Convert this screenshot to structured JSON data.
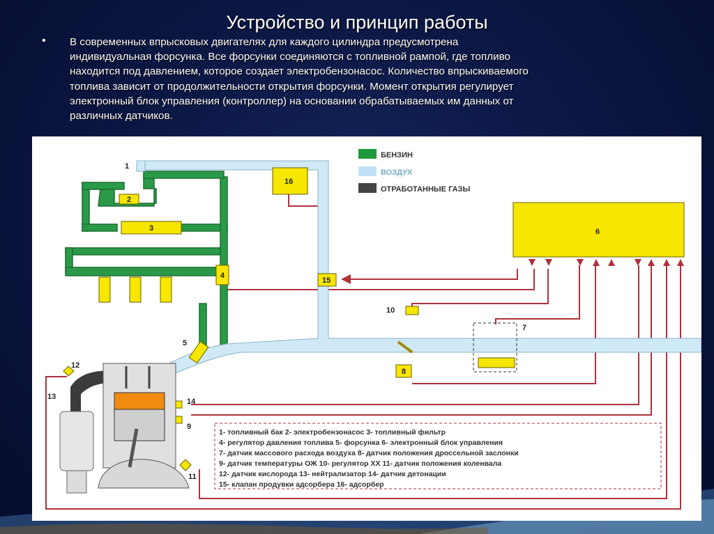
{
  "title": "Устройство и принцип работы",
  "bullet": "•",
  "paragraph_lines": [
    "В современных впрысковых двигателях для каждого цилиндра предусмотрена",
    "индивидуальная форсунка. Все форсунки соединяются с топливной рампой, где топливо",
    "находится под давлением, которое создает электробензонасос. Количество впрыскиваемого",
    "топлива зависит от продолжительности открытия форсунки. Момент открытия регулирует",
    "электронный блок управления (контроллер) на основании обрабатываемых им данных от",
    "различных датчиков."
  ],
  "legend": {
    "items": [
      {
        "label": "БЕНЗИН",
        "color": "#1e9a3a"
      },
      {
        "label": "ВОЗДУХ",
        "color": "#bfe3f5"
      },
      {
        "label": "ОТРАБОТАННЫЕ ГАЗЫ",
        "color": "#444444"
      }
    ]
  },
  "colors": {
    "fuel": "#2a9a48",
    "fuel_stroke": "#1c6c30",
    "air": "#cfe9f6",
    "air_stroke": "#8ab3c8",
    "component": "#f6e600",
    "signal": "#b0303a",
    "engine": "#d8d8d8",
    "piston": "#f08a10"
  },
  "labels": {
    "n1": "1",
    "n2": "2",
    "n3": "3",
    "n4": "4",
    "n5": "5",
    "n6": "6",
    "n7": "7",
    "n8": "8",
    "n9": "9",
    "n10": "10",
    "n11": "11",
    "n12": "12",
    "n13": "13",
    "n14": "14",
    "n15": "15",
    "n16": "16"
  },
  "captions": [
    "1- топливный бак  2- электробензонасос  3- топливный фильтр",
    "4- регулятор давления топлива  5- форсунка  6- электронный блок управления",
    "7- датчик массового расхода воздуха  8- датчик положения дроссельной заслонки",
    "9- датчик температуры ОЖ  10- регулятор ХХ  11- датчик положения коленвала",
    "12- датчик кислорода  13- нейтрализатор  14- датчик детонации",
    "15- клапан продувки адсорбера  16- адсорбер"
  ]
}
